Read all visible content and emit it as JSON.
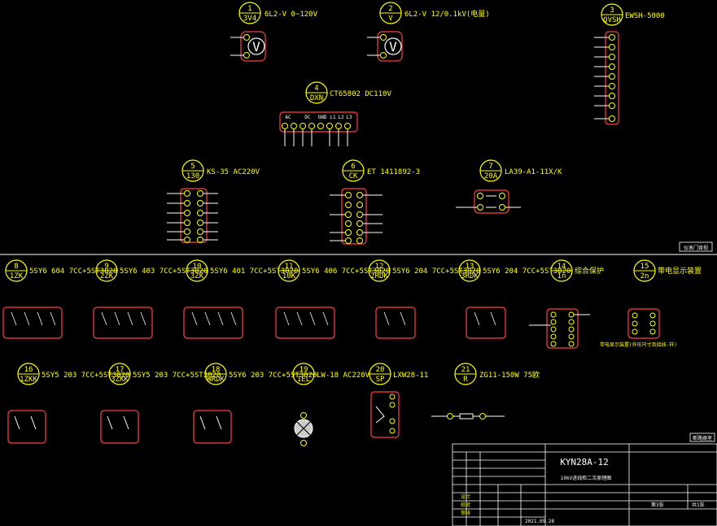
{
  "components_top": [
    {
      "num": "1",
      "code": "3V4",
      "desc": "6L2-V 0~120V"
    },
    {
      "num": "2",
      "code": "V",
      "desc": "6L2-V 12/0.1kV(电量)"
    },
    {
      "num": "3",
      "code": "QVSH",
      "desc": "EWSH-5000"
    },
    {
      "num": "4",
      "code": "DXN",
      "desc": "CT65802 DC110V"
    },
    {
      "num": "5",
      "code": "130",
      "desc": "KS-35 AC220V"
    },
    {
      "num": "6",
      "code": "CK",
      "desc": "ET 1411892-3"
    },
    {
      "num": "7",
      "code": "20A",
      "desc": "LA39-A1-11X/K"
    }
  ],
  "components_mid": [
    {
      "num": "8",
      "code": "1ZK",
      "desc": "5SY6 604 7CC+5ST3020"
    },
    {
      "num": "9",
      "code": "2ZK",
      "desc": "5SY6 403 7CC+5ST3020"
    },
    {
      "num": "10",
      "code": "3ZK",
      "desc": "5SY6 401 7CC+5ST3020"
    },
    {
      "num": "11",
      "code": "10K",
      "desc": "5SY6 406 7CC+5ST3020"
    },
    {
      "num": "12",
      "code": "2RDK",
      "desc": "5SY6 204 7CC+5ST3020"
    },
    {
      "num": "13",
      "code": "3RDK",
      "desc": "5SY6 204 7CC+5ST3020"
    },
    {
      "num": "14",
      "code": "1n",
      "desc": "综合保护"
    },
    {
      "num": "15",
      "code": "2n",
      "desc": "带电显示装置"
    }
  ],
  "components_bot": [
    {
      "num": "16",
      "code": "1ZKK",
      "desc": "5SY5 203 7CC+5ST3020"
    },
    {
      "num": "17",
      "code": "3ZKK",
      "desc": "5SY5 203 7CC+5ST3020"
    },
    {
      "num": "18",
      "code": "WRDK",
      "desc": "5SY6 203 7CC+5ST3020"
    },
    {
      "num": "19",
      "code": "1EL",
      "desc": "LW-18 AC220V"
    },
    {
      "num": "20",
      "code": "SP",
      "desc": "LXW28-11"
    },
    {
      "num": "21",
      "code": "R",
      "desc": "ZG11-150W 75欧"
    }
  ],
  "transducer_labels": [
    "AC",
    "DC",
    "GND",
    "L1",
    "L2",
    "L3"
  ],
  "notes": {
    "top_right_tag": "仪表门背视",
    "bottom_right_tag": "断路器室",
    "n2_note": "带电显示装置(外形尺寸及接线-样)"
  },
  "title_block": {
    "drawing_title": "KYN28A-12",
    "subtitle": "10kV进线柜二次原理图",
    "page": "共1张",
    "sheet": "第3张",
    "design": "设计",
    "check": "校对",
    "approve": "审核",
    "date": "2021.09.28"
  },
  "colors": {
    "yellow": "#ffff00",
    "red": "#ff4040",
    "white": "#ffffff",
    "cyan": "#00ffff",
    "bg": "#000000"
  }
}
